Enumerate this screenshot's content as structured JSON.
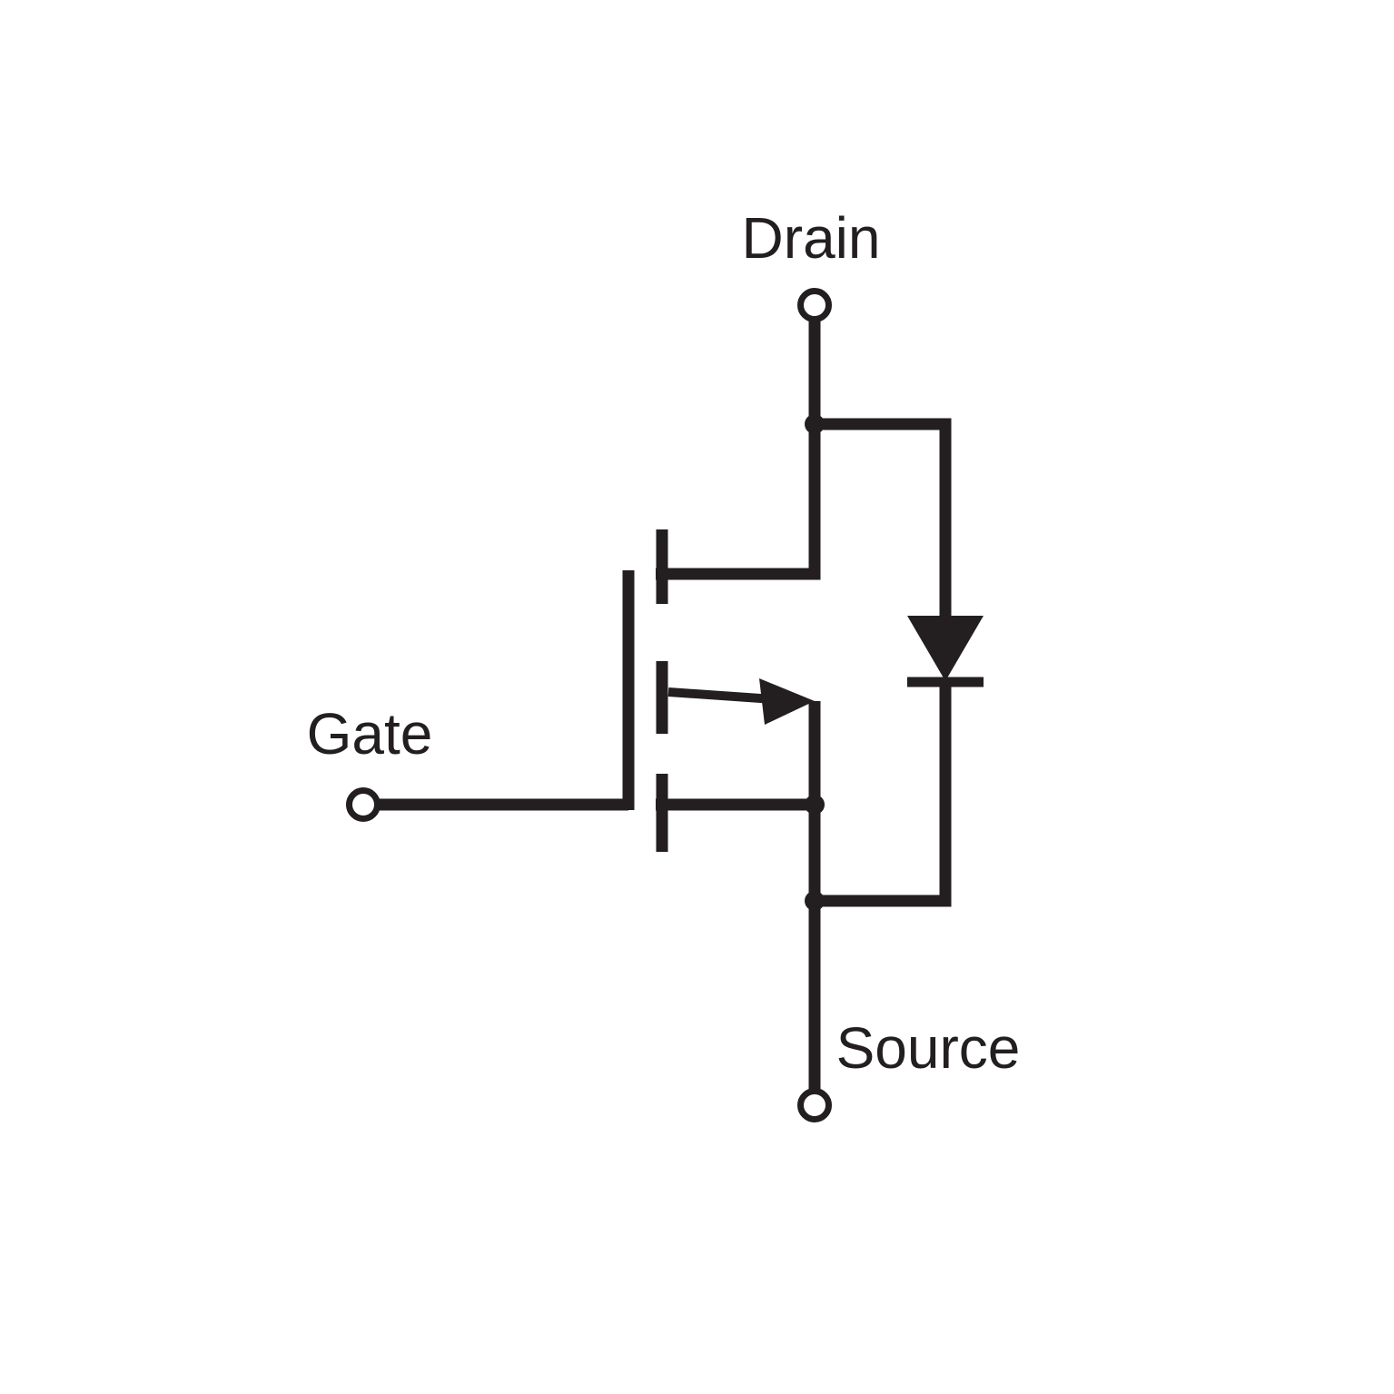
{
  "colors": {
    "line": "#231f20",
    "background": "#ffffff"
  },
  "labels": {
    "drain": "Drain",
    "gate": "Gate",
    "source": "Source"
  }
}
